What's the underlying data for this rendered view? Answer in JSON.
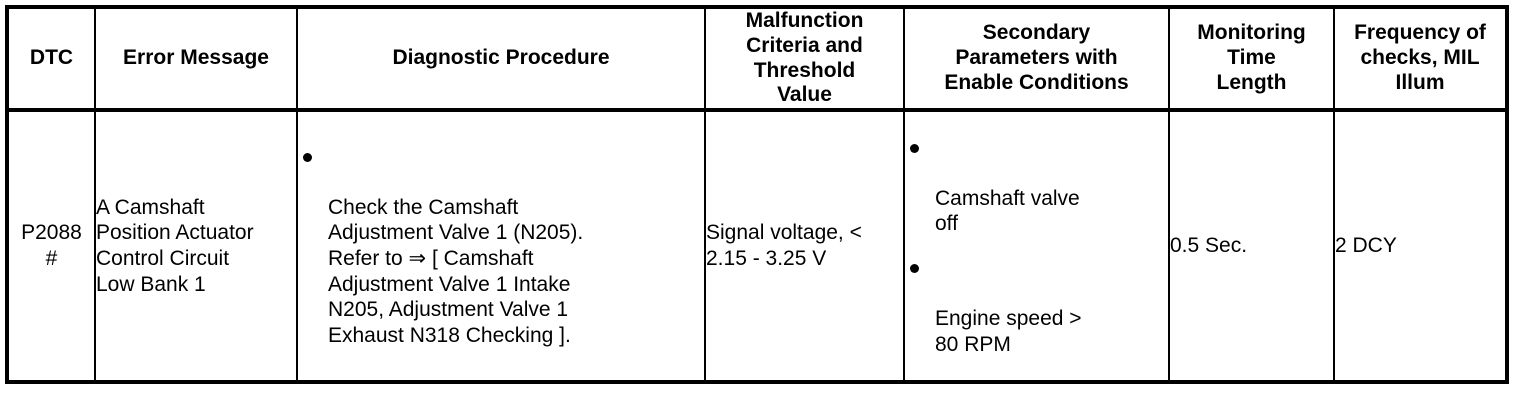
{
  "table": {
    "headers": [
      {
        "key": "dtc",
        "label": "DTC"
      },
      {
        "key": "error",
        "label": "Error Message"
      },
      {
        "key": "diagnostic",
        "label": "Diagnostic Procedure"
      },
      {
        "key": "malfunction",
        "label": "Malfunction\nCriteria and\nThreshold\nValue"
      },
      {
        "key": "secondary",
        "label": "Secondary\nParameters with\nEnable Conditions"
      },
      {
        "key": "monitoring",
        "label": "Monitoring\nTime\nLength"
      },
      {
        "key": "frequency",
        "label": "Frequency of\nchecks, MIL\nIllum"
      }
    ],
    "rows": [
      {
        "dtc": "P2088\n#",
        "error": "A Camshaft\nPosition Actuator\nControl Circuit\nLow Bank 1",
        "diagnostic_bullets": [
          "Check the Camshaft\nAdjustment Valve 1 (N205).\nRefer to ⇒ [ Camshaft\nAdjustment Valve 1 Intake\nN205, Adjustment Valve 1\nExhaust N318 Checking ]."
        ],
        "malfunction": "Signal voltage, <\n2.15 - 3.25 V",
        "secondary_bullets": [
          "Camshaft valve\noff",
          "Engine speed >\n80 RPM"
        ],
        "monitoring": "0.5 Sec.",
        "frequency": "2 DCY"
      }
    ]
  },
  "colors": {
    "border": "#000000",
    "text": "#000000",
    "background": "#ffffff"
  }
}
